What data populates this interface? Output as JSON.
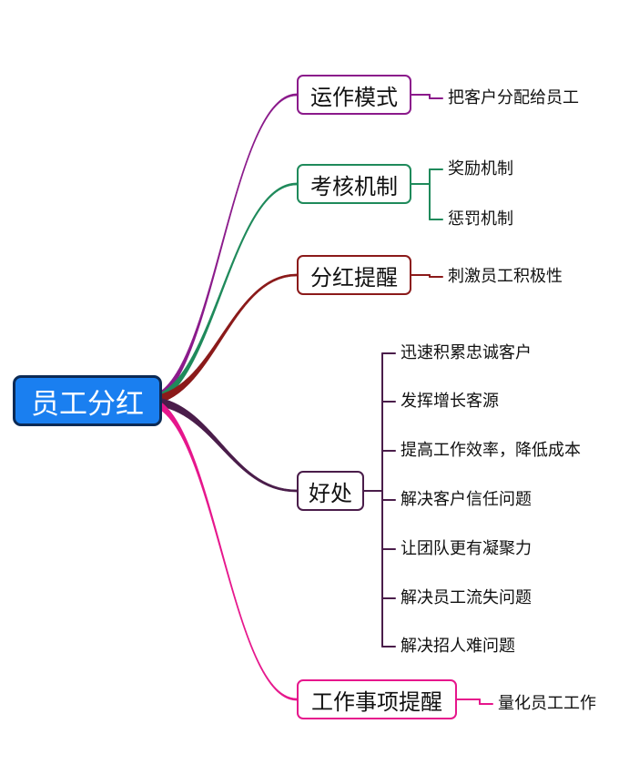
{
  "root": {
    "label": "员工分红",
    "color": "#1a7ff0"
  },
  "branches": [
    {
      "label": "运作模式",
      "color": "#8b1a8b",
      "leaves": [
        "把客户分配给员工"
      ]
    },
    {
      "label": "考核机制",
      "color": "#1f8a5b",
      "leaves": [
        "奖励机制",
        "惩罚机制"
      ]
    },
    {
      "label": "分红提醒",
      "color": "#8b1a1a",
      "leaves": [
        "刺激员工积极性"
      ]
    },
    {
      "label": "好处",
      "color": "#4a1d4a",
      "leaves": [
        "迅速积累忠诚客户",
        "发挥增长客源",
        "提高工作效率，降低成本",
        "解决客户信任问题",
        "让团队更有凝聚力",
        "解决员工流失问题",
        "解决招人难问题"
      ]
    },
    {
      "label": "工作事项提醒",
      "color": "#e6168c",
      "leaves": [
        "量化员工工作"
      ]
    }
  ]
}
